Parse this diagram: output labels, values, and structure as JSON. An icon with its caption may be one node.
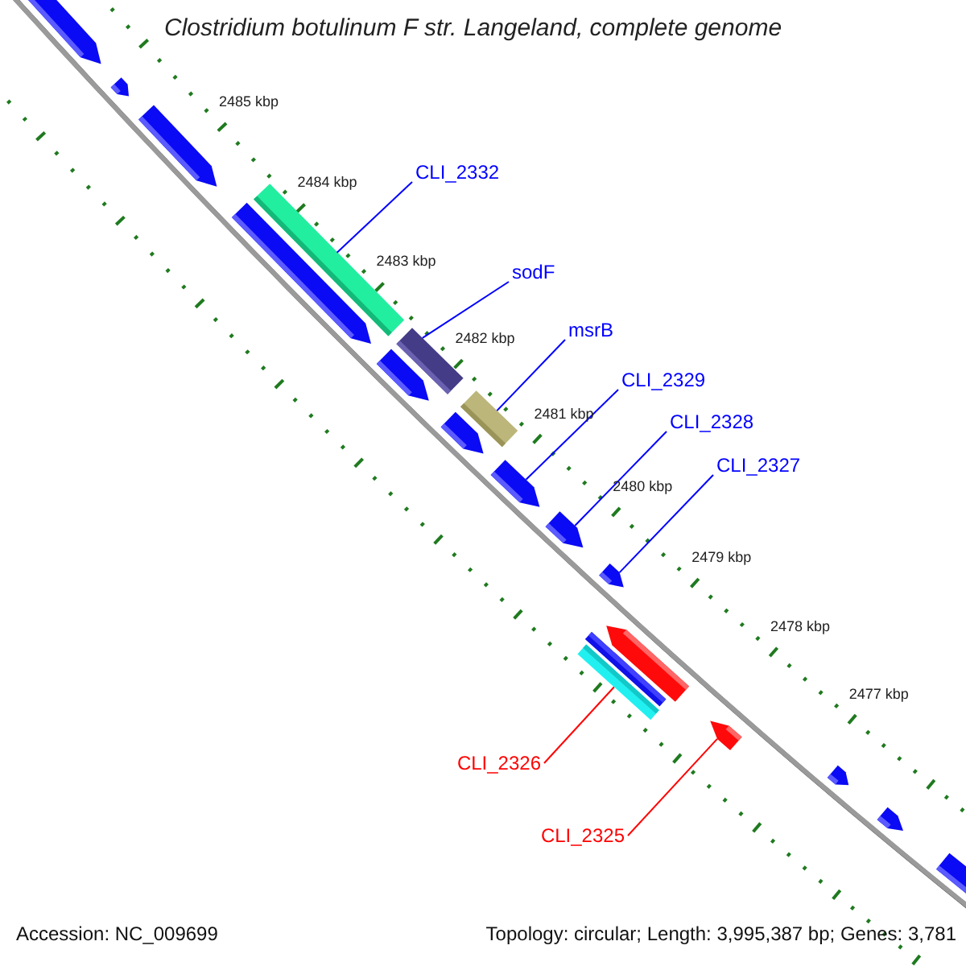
{
  "diagram": {
    "title": "Clostridium botulinum F str. Langeland, complete genome",
    "nodes": [
      {
        "text": [],
        "shape": "arrow"
      },
      {
        "text": [],
        "shape": "arrow"
      },
      {
        "text": [],
        "shape": "arrow"
      },
      {
        "text": [
          "CLI_2332"
        ]
      },
      {
        "text": [],
        "shape": "bar"
      },
      {
        "text": [],
        "shape": "arrow"
      },
      {
        "text": [
          "sodF"
        ]
      },
      {
        "text": [],
        "shape": "bar"
      },
      {
        "text": [],
        "shape": "arrow"
      },
      {
        "text": [
          "msrB"
        ]
      },
      {
        "text": [],
        "shape": "bar"
      },
      {
        "text": [
          "CLI_2329"
        ]
      },
      {
        "text": [],
        "shape": "arrow"
      },
      {
        "text": [],
        "shape": "arrow"
      },
      {
        "text": [
          "CLI_2328"
        ]
      },
      {
        "text": [],
        "shape": "arrow"
      },
      {
        "text": [
          "CLI_2327"
        ]
      },
      {
        "text": [],
        "shape": "arrow"
      },
      {
        "text": [],
        "shape": "arrow"
      },
      {
        "text": [],
        "shape": "bar"
      },
      {
        "text": [
          "CLI_2326"
        ]
      },
      {
        "text": [],
        "shape": "bar"
      },
      {
        "text": [],
        "shape": "arrow"
      },
      {
        "text": [
          "CLI_2325"
        ]
      },
      {
        "text": [],
        "shape": "arrow"
      },
      {
        "text": [],
        "shape": "arrow"
      },
      {
        "text": [],
        "shape": "arrow"
      }
    ],
    "edges": [
      {
        "from": 3,
        "to": 4,
        "arrow": "none"
      },
      {
        "from": 6,
        "to": 7,
        "arrow": "none"
      },
      {
        "from": 9,
        "to": 10,
        "arrow": "none"
      },
      {
        "from": 11,
        "to": 13,
        "arrow": "none"
      },
      {
        "from": 14,
        "to": 15,
        "arrow": "none"
      },
      {
        "from": 16,
        "to": 17,
        "arrow": "none"
      },
      {
        "from": 20,
        "to": 21,
        "arrow": "none",
        "color": "#ff0000"
      },
      {
        "from": 23,
        "to": 22,
        "arrow": "none",
        "color": "#ff0000"
      }
    ],
    "labels": [
      "2485 kbp",
      "2484 kbp",
      "2483 kbp",
      "2482 kbp",
      "2481 kbp",
      "2480 kbp",
      "2479 kbp",
      "2478 kbp",
      "2477 kbp",
      "Accession: NC_009699",
      "Topology: circular; Length: 3,995,387 bp; Genes: 3,781"
    ]
  }
}
